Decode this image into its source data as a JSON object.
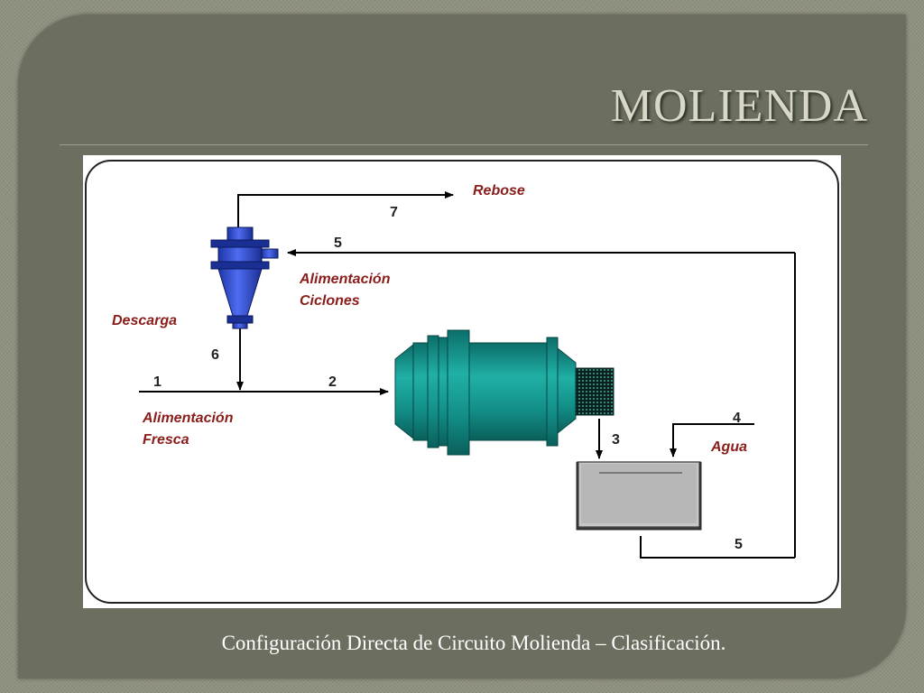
{
  "slide": {
    "title": "MOLIENDA",
    "caption": "Configuración Directa de Circuito Molienda – Clasificación."
  },
  "diagram": {
    "labels": {
      "rebose": "Rebose",
      "alimentacion_ciclones_1": "Alimentación",
      "alimentacion_ciclones_2": "Ciclones",
      "descarga": "Descarga",
      "alimentacion_fresca_1": "Alimentación",
      "alimentacion_fresca_2": "Fresca",
      "agua": "Agua"
    },
    "streams": {
      "s1": "1",
      "s2": "2",
      "s3": "3",
      "s4": "4",
      "s5_top": "5",
      "s5_bottom": "5",
      "s6": "6",
      "s7": "7"
    },
    "colors": {
      "cyclone": "#2f4fd8",
      "mill": "#14938c",
      "label": "#8a1d1a",
      "tank": "#c7c7c7"
    }
  }
}
